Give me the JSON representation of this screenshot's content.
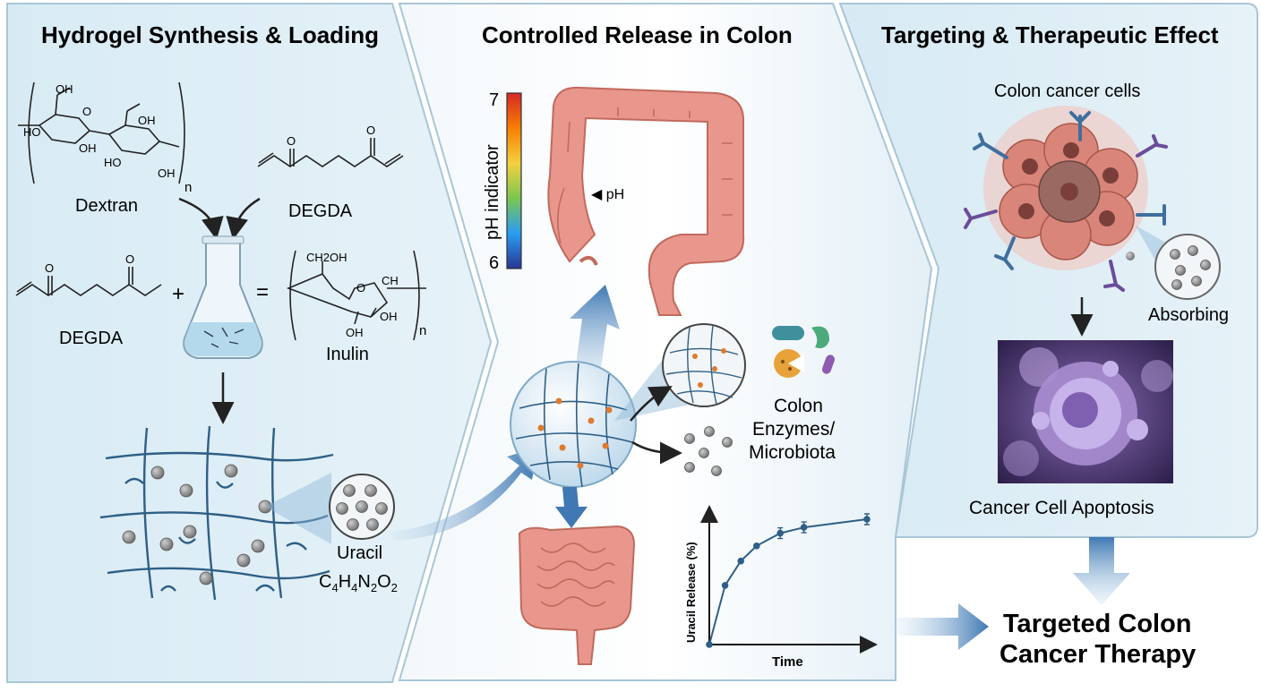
{
  "panels": {
    "synthesis": {
      "title": "Hydrogel Synthesis & Loading",
      "dextran": "Dextran",
      "degda_top": "DEGDA",
      "degda_left": "DEGDA",
      "inulin": "Inulin",
      "plus": "+",
      "equals": "=",
      "uracil": "Uracil",
      "uracil_formula": "C4H4N2O2",
      "chem": {
        "oh": "OH",
        "ho": "HO",
        "n": "n",
        "o": "O",
        "ch2oh": "CH2OH",
        "ch": "CH"
      }
    },
    "release": {
      "title": "Controlled Release in Colon",
      "ph_axis_label": "pH indicator",
      "ph_max": "7",
      "ph_min": "6",
      "ph_marker": "◀ pH",
      "enzymes_line1": "Colon",
      "enzymes_line2": "Enzymes/",
      "enzymes_line3": "Microbiota",
      "chart_ylabel": "Uracil Release (%)",
      "chart_xlabel": "Time"
    },
    "targeting": {
      "title": "Targeting & Therapeutic Effect",
      "cells_label": "Colon cancer cells",
      "absorbing": "Absorbing",
      "apoptosis": "Cancer Cell Apoptosis"
    }
  },
  "result": {
    "line1": "Targeted Colon",
    "line2": "Cancer Therapy"
  },
  "colors": {
    "panel_bg": "#dcedf5",
    "panel_border": "#9dbccd",
    "arrow_blue": "#3f78b3",
    "colon_pink": "#e9978c",
    "network_blue": "#2e5f86",
    "bead_gray": "#8c8c8c",
    "apoptosis_purple": "#5b3f88"
  },
  "chart_data": {
    "type": "line",
    "xlabel": "Time",
    "ylabel": "Uracil Release (%)",
    "x": [
      0,
      1,
      2,
      3,
      4.5,
      6,
      10
    ],
    "series": [
      {
        "values": [
          0,
          51,
          72,
          85,
          96,
          101,
          108
        ]
      }
    ],
    "error_bars": true
  }
}
